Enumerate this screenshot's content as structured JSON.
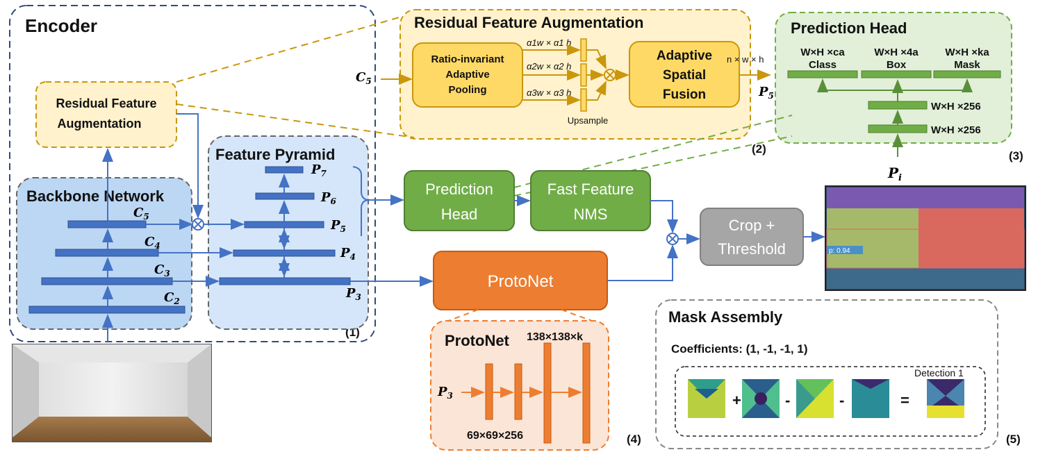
{
  "encoder": {
    "title": "Encoder",
    "label": "(1)"
  },
  "rfa_small": {
    "line1": "Residual Feature",
    "line2": "Augmentation"
  },
  "backbone": {
    "title": "Backbone Network",
    "levels": [
      "C5",
      "C4",
      "C3",
      "C2"
    ]
  },
  "pyramid": {
    "title": "Feature Pyramid",
    "levels": [
      "P7",
      "P6",
      "P5",
      "P4",
      "P3"
    ]
  },
  "rfa_detail": {
    "title": "Residual Feature Augmentation",
    "input": "C5",
    "pool_line1": "Ratio-invariant",
    "pool_line2": "Adaptive",
    "pool_line3": "Pooling",
    "scales": [
      "α1w × α1 h",
      "α2w × α2 h",
      "α3w × α3 h"
    ],
    "upsample": "Upsample",
    "fusion_line1": "Adaptive",
    "fusion_line2": "Spatial",
    "fusion_line3": "Fusion",
    "out_dims": "n × w × h",
    "output": "P5",
    "label": "(2)"
  },
  "pred_head_detail": {
    "title": "Prediction Head",
    "outputs": [
      {
        "dims": "W×H ×ca",
        "name": "Class"
      },
      {
        "dims": "W×H ×4a",
        "name": "Box"
      },
      {
        "dims": "W×H ×ka",
        "name": "Mask"
      }
    ],
    "layer_dims": [
      "W×H ×256",
      "W×H ×256"
    ],
    "input": "Pi",
    "label": "(3)"
  },
  "prediction_head": {
    "line1": "Prediction",
    "line2": "Head"
  },
  "fast_nms": {
    "line1": "Fast Feature",
    "line2": "NMS"
  },
  "crop": {
    "line1": "Crop +",
    "line2": "Threshold"
  },
  "protonet": {
    "box_label": "ProtoNet",
    "detail_title": "ProtoNet",
    "input": "P3",
    "dims_small": "69×69×256",
    "dims_large": "138×138×k",
    "label": "(4)"
  },
  "mask_assembly": {
    "title": "Mask Assembly",
    "coefficients": "Coefficients: (1, -1, -1, 1)",
    "operators": [
      "+",
      "-",
      "-",
      "="
    ],
    "detection": "Detection 1",
    "label": "(5)"
  },
  "output_image": {
    "score": "p: 0.94"
  },
  "colors": {
    "blue_arrow": "#4472c4",
    "gold": "#c9960c",
    "green": "#70ad47",
    "orange": "#ed7d31",
    "gray": "#a6a6a6"
  }
}
